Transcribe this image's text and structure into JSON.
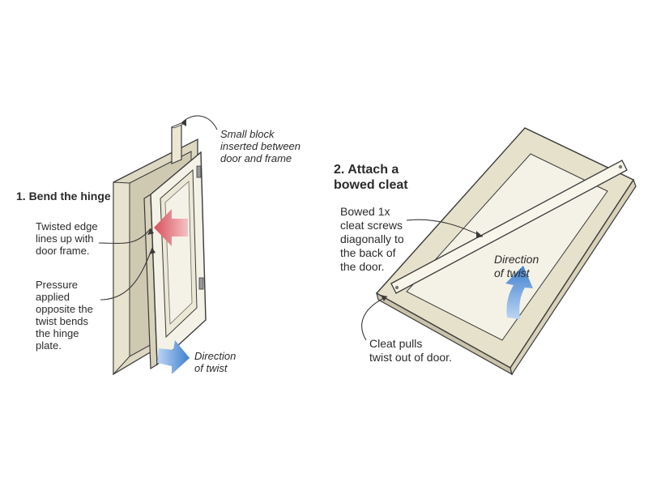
{
  "step1": {
    "title": "1. Bend the hinge",
    "block_note": "Small block\ninserted between\ndoor and frame",
    "edge_note": "Twisted edge\nlines up with\ndoor frame.",
    "pressure_note": "Pressure\napplied\nopposite the\ntwist bends\nthe hinge\nplate.",
    "direction_note": "Direction\nof twist"
  },
  "step2": {
    "title": "2. Attach a\nbowed cleat",
    "cleat_note": "Bowed 1x\ncleat screws\ndiagonally to\nthe back of\nthe door.",
    "direction_note": "Direction\nof twist",
    "pulls_note": "Cleat pulls\ntwist out of door."
  },
  "colors": {
    "outline": "#3a3a3a",
    "panel_fill": "#f4f2e6",
    "frame_fill": "#ddd8c2",
    "shadow_fill": "#c9c3ab",
    "red_arrow": "#e0747c",
    "blue_arrow": "#4f8fd8"
  }
}
